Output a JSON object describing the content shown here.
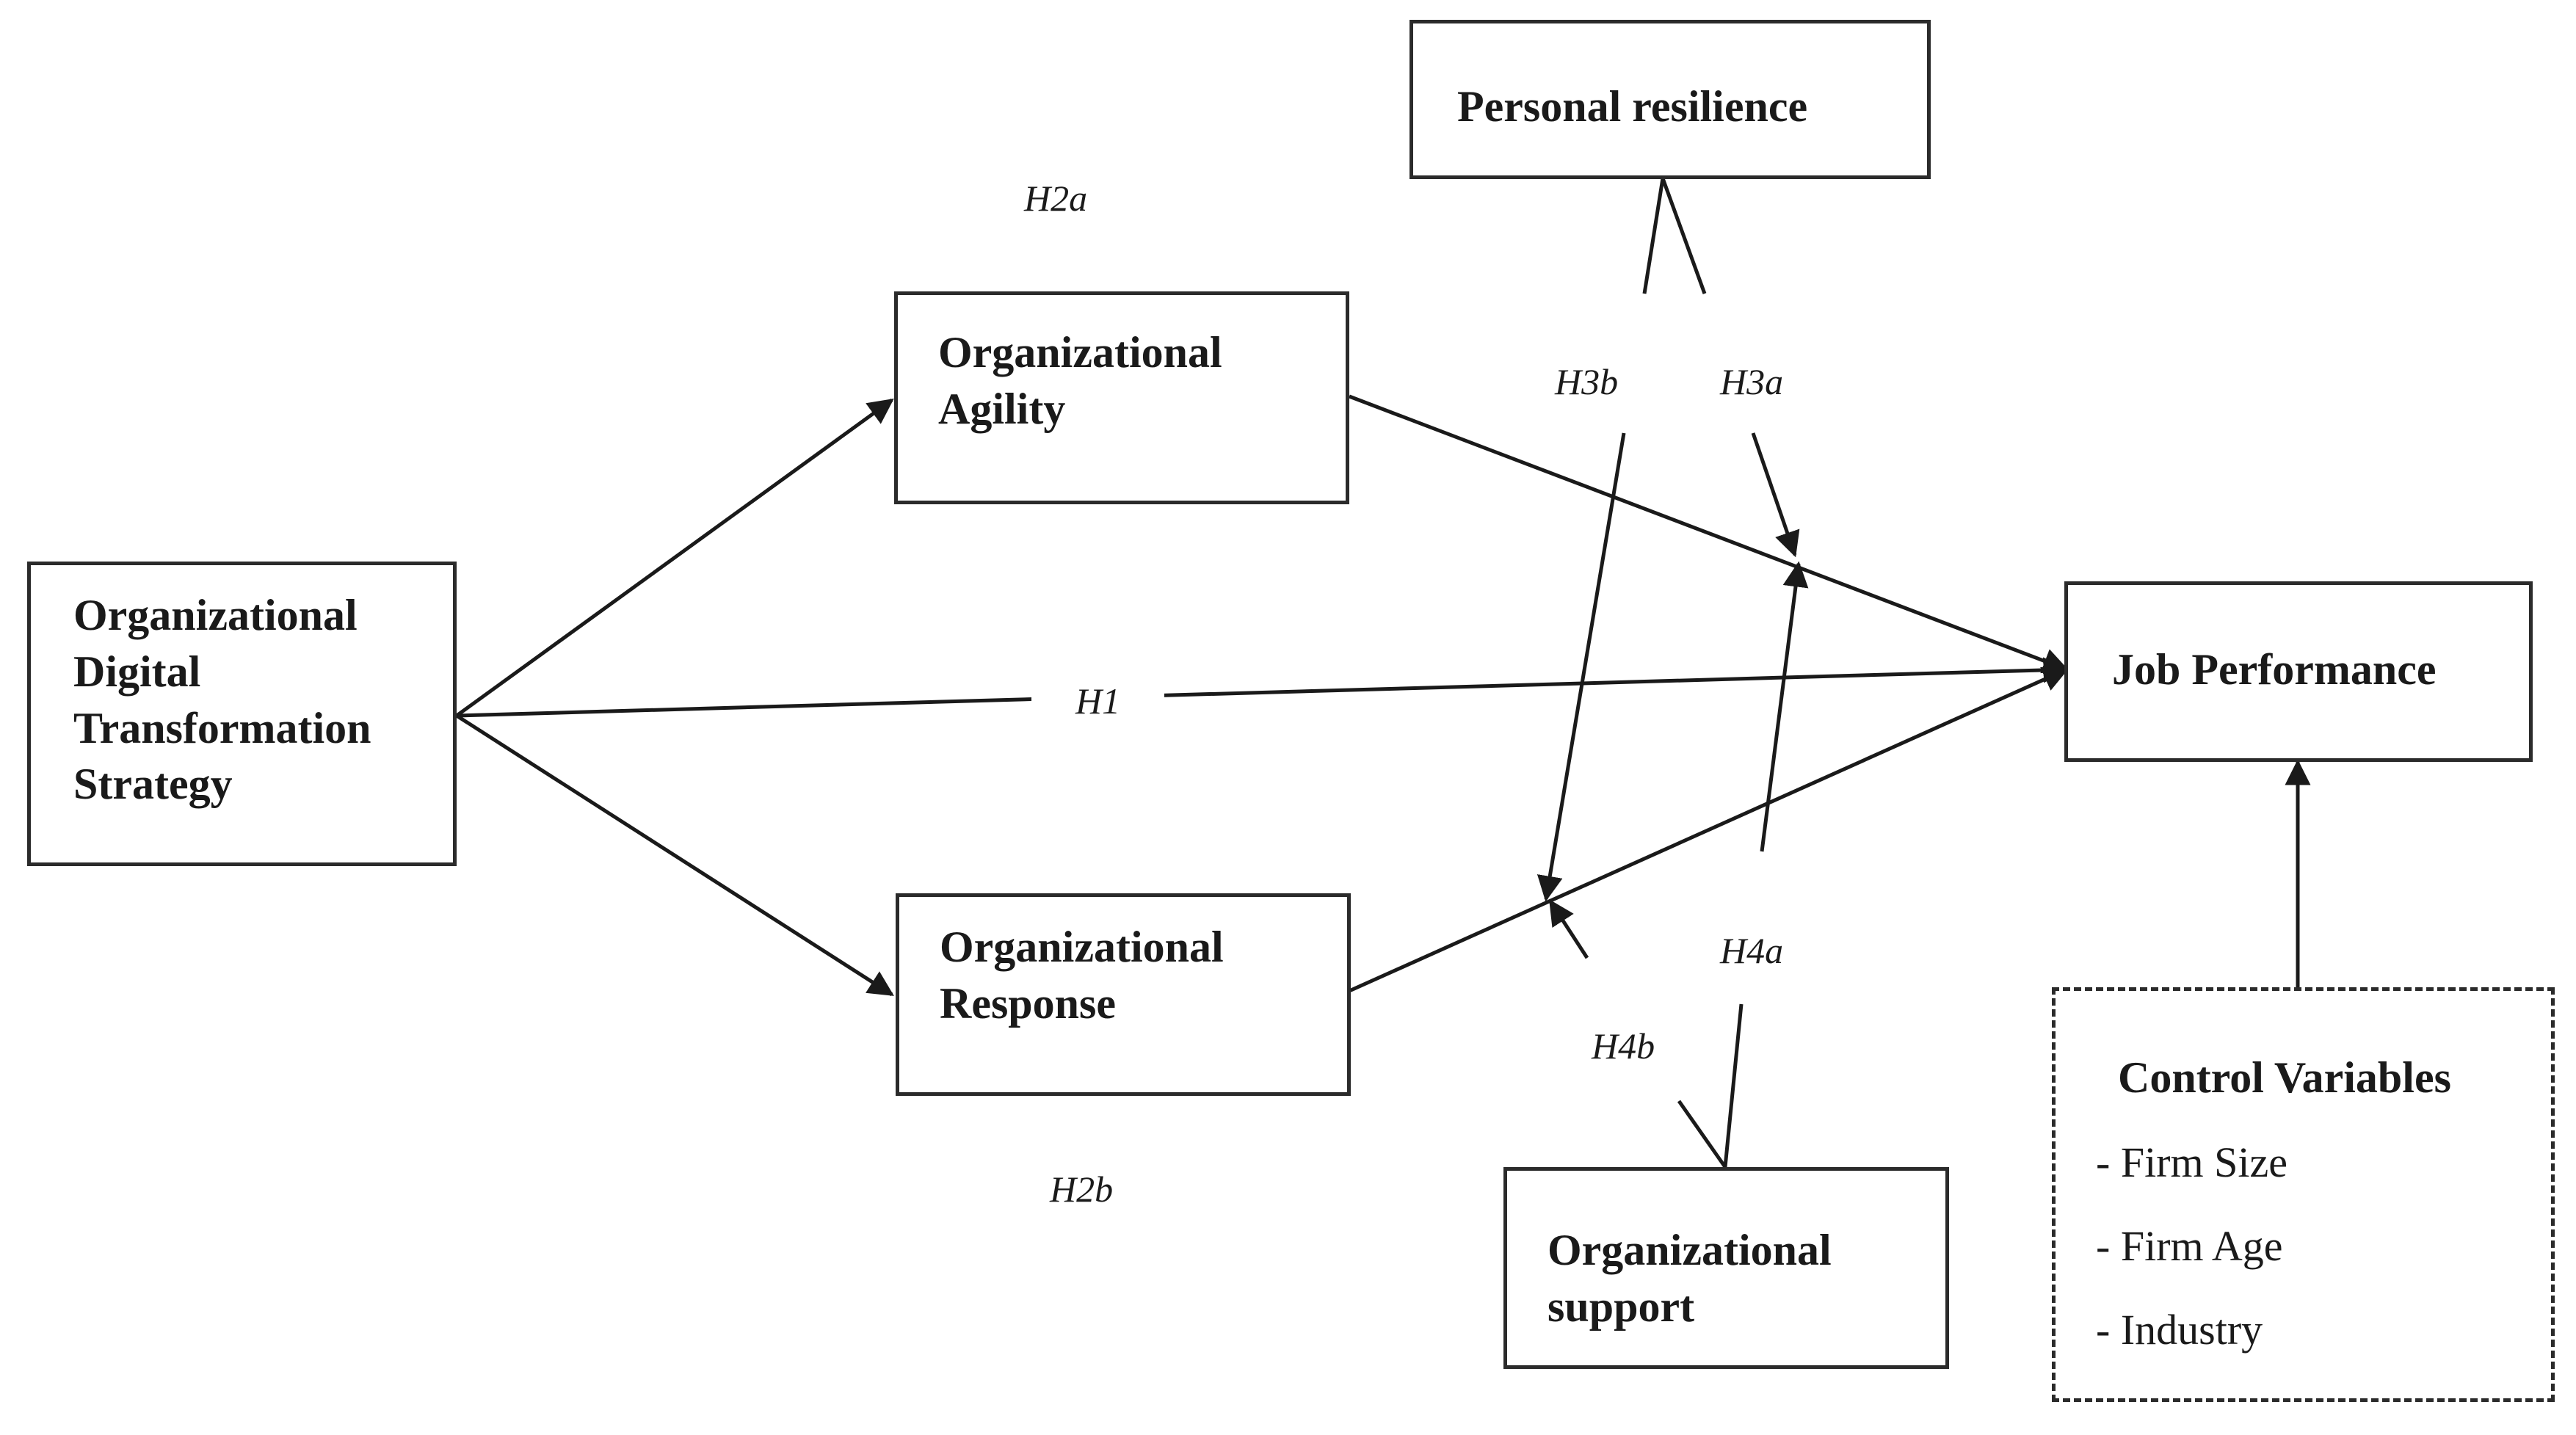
{
  "nodes": {
    "strategy": [
      "Organizational",
      "Digital",
      "Transformation",
      "Strategy"
    ],
    "agility": [
      "Organizational",
      "Agility"
    ],
    "response": [
      "Organizational",
      "Response"
    ],
    "resilience": [
      "Personal resilience"
    ],
    "support": [
      "Organizational",
      "support"
    ],
    "job_performance": [
      "Job Performance"
    ],
    "control": {
      "title": "Control Variables",
      "items": [
        "- Firm Size",
        "- Firm Age",
        "- Industry"
      ]
    }
  },
  "hypotheses": {
    "h1": "H1",
    "h2a": "H2a",
    "h2b": "H2b",
    "h3a": "H3a",
    "h3b": "H3b",
    "h4a": "H4a",
    "h4b": "H4b"
  },
  "colors": {
    "line": "#1a1a1a",
    "box_border": "#2b2b2b",
    "background": "#ffffff"
  }
}
